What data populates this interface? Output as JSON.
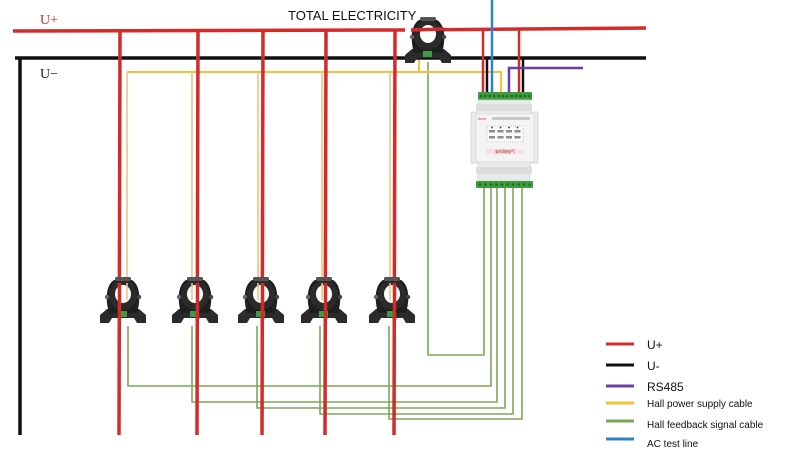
{
  "title": "TOTAL ELECTRICITY",
  "bus_labels": {
    "positive": "U+",
    "negative": "U−"
  },
  "colors": {
    "u_plus": "#d42a2a",
    "u_minus": "#111111",
    "rs485": "#6b3fa0",
    "hall_power": "#f2c23a",
    "hall_power_drop": "#eec584",
    "hall_feedback": "#7aa857",
    "ac_test": "#2a86c8",
    "ct_body": "#2b2b2b",
    "device_body": "#e9eaea",
    "terminal": "#3f9b3f"
  },
  "components": {
    "total_ct": {
      "name": "total-current-sensor",
      "label": "TOTAL ELECTRICITY"
    },
    "branch_cts": [
      {
        "name": "branch-current-sensor-1"
      },
      {
        "name": "branch-current-sensor-2"
      },
      {
        "name": "branch-current-sensor-3"
      },
      {
        "name": "branch-current-sensor-4"
      },
      {
        "name": "branch-current-sensor-5"
      }
    ],
    "monitor_device": {
      "brand": "Acrel",
      "brand_cn": "安科瑞电气",
      "top_terminal_count": 12,
      "bottom_terminal_count": 10,
      "feedback_inputs": 6
    }
  },
  "legend": {
    "items": [
      {
        "key": "u_plus",
        "label": "U+"
      },
      {
        "key": "u_minus",
        "label": "U-"
      },
      {
        "key": "rs485",
        "label": "RS485"
      },
      {
        "key": "hall_power",
        "label": "Hall power supply cable"
      },
      {
        "key": "hall_feedback",
        "label": "Hall feedback signal cable"
      },
      {
        "key": "ac_test",
        "label": "AC test line"
      }
    ]
  }
}
